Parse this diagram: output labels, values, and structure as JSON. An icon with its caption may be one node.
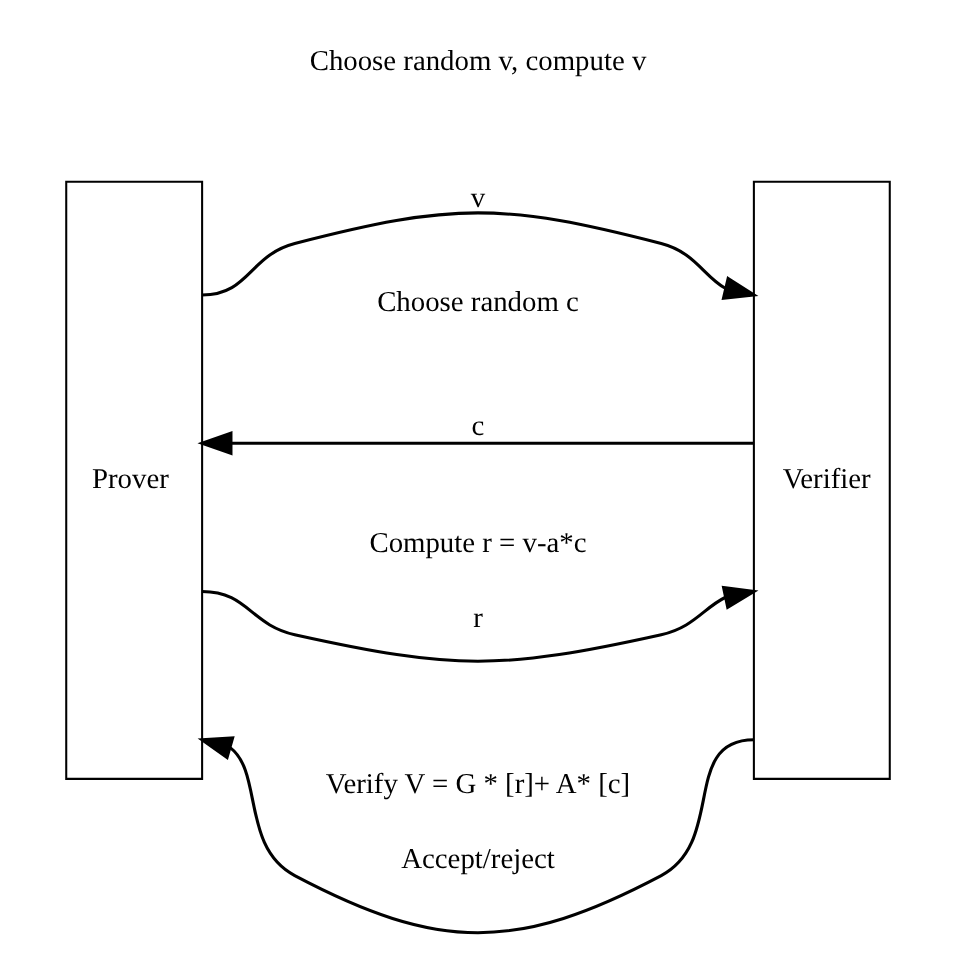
{
  "diagram": {
    "nodes": [
      {
        "text": [
          "Prover"
        ]
      },
      {
        "text": [
          "Verifier"
        ]
      }
    ],
    "edges": [
      {
        "from": 0,
        "to": 1,
        "arrow": "to",
        "label": "v"
      },
      {
        "from": 1,
        "to": 0,
        "arrow": "to",
        "label": "c"
      },
      {
        "from": 0,
        "to": 1,
        "arrow": "to",
        "label": "r"
      },
      {
        "from": 1,
        "to": 0,
        "arrow": "to",
        "label": "Accept/reject"
      }
    ],
    "labels": [
      "Choose random v, compute v",
      "Choose random c",
      "Compute r = v-a*c",
      "Verify V = G * [r]+ A* [c]"
    ]
  }
}
